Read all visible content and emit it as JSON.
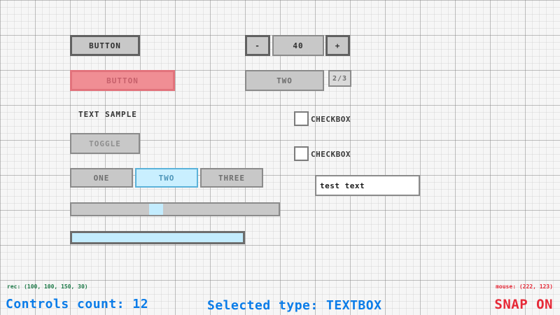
{
  "workspace": {
    "button_normal": {
      "label": "BUTTON"
    },
    "button_selected": {
      "label": "BUTTON",
      "rect": "(100, 100, 150, 30)"
    },
    "text_sample_label": "TEXT SAMPLE",
    "toggle": {
      "label": "TOGGLE"
    },
    "toggle_group": {
      "items": [
        {
          "label": "ONE",
          "active": false
        },
        {
          "label": "TWO",
          "active": true
        },
        {
          "label": "THREE",
          "active": false
        }
      ]
    },
    "spinner": {
      "minus_label": "-",
      "value": "40",
      "plus_label": "+"
    },
    "combobox": {
      "selected_value": "TWO",
      "counter": "2/3"
    },
    "checkbox_top": {
      "label": "CHECKBOX",
      "checked": false
    },
    "checkbox_bottom": {
      "label": "CHECKBOX",
      "checked": false
    },
    "textbox": {
      "value": "test text"
    },
    "slider": {
      "handle_position_pct": 37
    },
    "progress": {
      "value_pct": 100
    }
  },
  "statusbar": {
    "rec": "rec: (100, 100, 150, 30)",
    "controls_count": "Controls count: 12",
    "selected_type": "Selected type: TEXTBOX",
    "mouse": "mouse: (222, 123)",
    "snap": "SNAP ON"
  },
  "colors": {
    "background": "#f6f6f6",
    "grid_major": "#9e9e9e",
    "grid_minor": "#e4e4e4",
    "control_fill": "#c8c8c8",
    "control_border_dark": "#616161",
    "control_border_medium": "#8b8b8b",
    "accent_blue_fill": "#c9efff",
    "accent_blue_border": "#5bb2d9",
    "selected_red_fill": "#f08e94",
    "selected_red_border": "#e2737c",
    "status_green": "#1d7a48",
    "status_blue": "#0a7ce8",
    "status_red": "#e62937"
  }
}
